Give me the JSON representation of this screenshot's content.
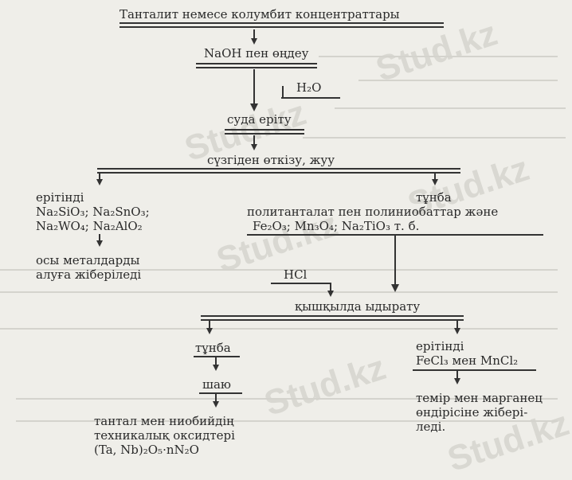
{
  "steps": {
    "s1": "Танталит немесе колумбит концентраттары",
    "s2": "NaOH пен өңдеу",
    "h2o": "H₂O",
    "s3": "суда еріту",
    "s4": "сүзгіден өткізу, жуу",
    "left_col": {
      "title": "ерітінді",
      "line1": "Na₂SiO₃; Na₂SnO₃;",
      "line2": "Na₂WO₄; Na₂AlO₂",
      "dest1": "осы металдарды",
      "dest2": "алуға жіберіледі"
    },
    "right_col": {
      "title": "тұнба",
      "line1": "политанталат пен полиниобаттар және",
      "line2": "Fe₂O₃; Mn₃O₄; Na₂TiO₃ т. б."
    },
    "hcl": "HCl",
    "s5": "қышқылда ыдырату",
    "bottom_left": {
      "title": "тұнба",
      "step": "шаю",
      "res1": "тантал мен ниобийдің",
      "res2": "техникалық оксидтері",
      "res3": "(Ta, Nb)₂O₅·nN₂O"
    },
    "bottom_right": {
      "title": "ерітінді",
      "line1": "FeCl₃ мен MnCl₂",
      "dest1": "темір мен марганец",
      "dest2": "өндірісіне жібері-",
      "dest3": "леді."
    }
  },
  "watermark": "Stud.kz"
}
